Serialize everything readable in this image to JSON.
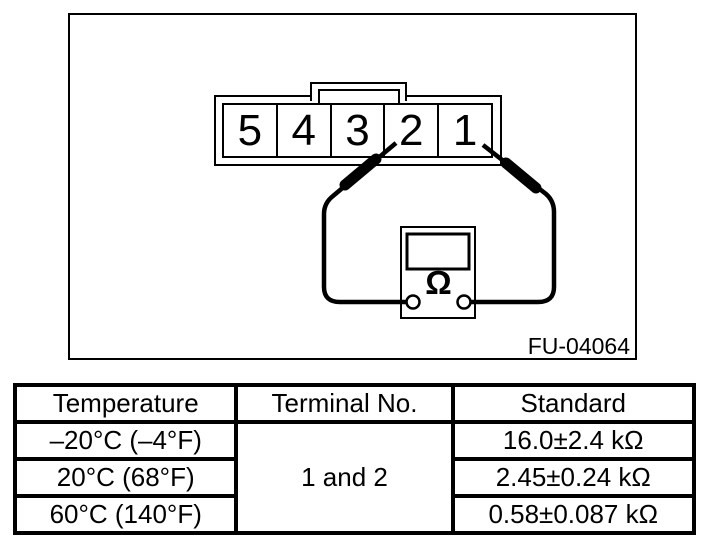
{
  "diagram": {
    "figure_code": "FU-04064",
    "connector": {
      "pins": [
        "5",
        "4",
        "3",
        "2",
        "1"
      ]
    },
    "meter": {
      "dial_symbol": "Ω"
    }
  },
  "table": {
    "headers": [
      "Temperature",
      "Terminal No.",
      "Standard"
    ],
    "terminal": "1 and 2",
    "rows": [
      {
        "temperature": "–20°C (–4°F)",
        "standard": "16.0±2.4 kΩ"
      },
      {
        "temperature": "20°C (68°F)",
        "standard": "2.45±0.24 kΩ"
      },
      {
        "temperature": "60°C (140°F)",
        "standard": "0.58±0.087 kΩ"
      }
    ]
  },
  "colors": {
    "ink": "#000000",
    "background": "#ffffff"
  }
}
